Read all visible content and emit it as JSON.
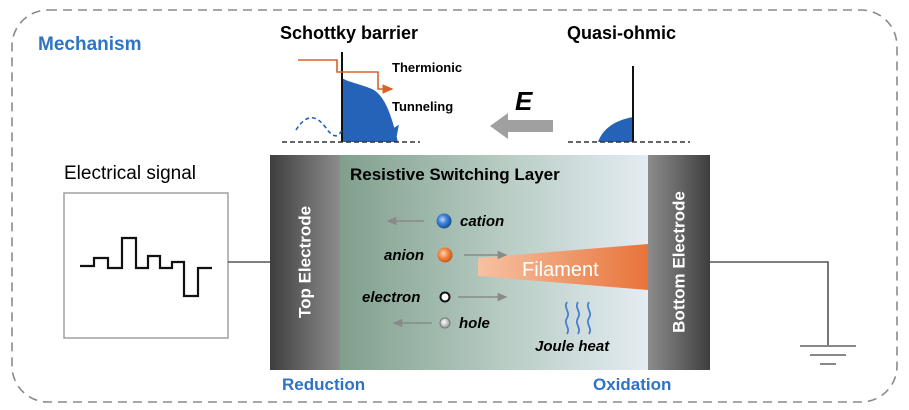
{
  "panel_title": "Mechanism",
  "barrier": {
    "schottky_title": "Schottky barrier",
    "quasi_title": "Quasi-ohmic",
    "thermionic": "Thermionic",
    "tunneling": "Tunneling",
    "field": "E"
  },
  "signal": {
    "label": "Electrical signal"
  },
  "device": {
    "layer_title": "Resistive Switching Layer",
    "top_electrode": "Top Electrode",
    "bottom_electrode": "Bottom Electrode",
    "filament": "Filament",
    "joule_heat": "Joule heat",
    "carriers": {
      "cation": "cation",
      "anion": "anion",
      "electron": "electron",
      "hole": "hole"
    },
    "reduction": "Reduction",
    "oxidation": "Oxidation"
  },
  "colors": {
    "accent_blue": "#2f73c4",
    "fill_blue": "#2563b8",
    "orange": "#e87a3c",
    "orange_line": "#d9622b",
    "layer_green": "#8fb09d",
    "electrode_gray": "#5a5a5a",
    "dashed_border": "#8a8a8a"
  }
}
